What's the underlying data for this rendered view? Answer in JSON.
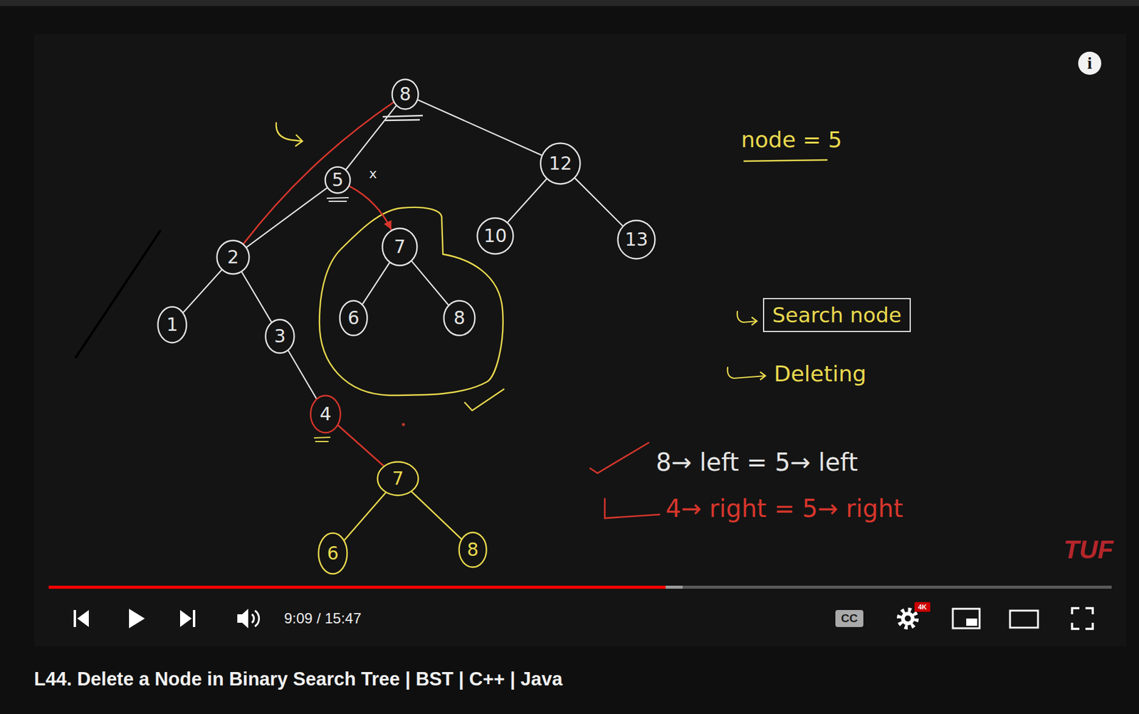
{
  "diagram": {
    "title": "L44. Delete a Node in Binary Search Tree | BST | C++ | Java",
    "nodes": [
      {
        "text": [
          "8"
        ]
      },
      {
        "text": [
          "5"
        ]
      },
      {
        "text": [
          "12"
        ]
      },
      {
        "text": [
          "2"
        ]
      },
      {
        "text": [
          "7"
        ]
      },
      {
        "text": [
          "10"
        ]
      },
      {
        "text": [
          "13"
        ]
      },
      {
        "text": [
          "1"
        ]
      },
      {
        "text": [
          "3"
        ]
      },
      {
        "text": [
          "6"
        ]
      },
      {
        "text": [
          "8"
        ]
      },
      {
        "text": [
          "4"
        ]
      },
      {
        "text": [
          "7"
        ]
      },
      {
        "text": [
          "6"
        ]
      },
      {
        "text": [
          "8"
        ]
      },
      {
        "text": [
          "Search node"
        ]
      }
    ],
    "edges": [
      {
        "from": 0,
        "to": 1,
        "arrow": "none"
      },
      {
        "from": 0,
        "to": 2,
        "arrow": "none"
      },
      {
        "from": 1,
        "to": 3,
        "arrow": "none"
      },
      {
        "from": 1,
        "to": 4,
        "arrow": "to"
      },
      {
        "from": 2,
        "to": 5,
        "arrow": "none"
      },
      {
        "from": 2,
        "to": 6,
        "arrow": "none"
      },
      {
        "from": 3,
        "to": 7,
        "arrow": "none"
      },
      {
        "from": 3,
        "to": 8,
        "arrow": "none"
      },
      {
        "from": 8,
        "to": 11,
        "arrow": "none"
      },
      {
        "from": 4,
        "to": 9,
        "arrow": "none"
      },
      {
        "from": 4,
        "to": 10,
        "arrow": "none"
      },
      {
        "from": 11,
        "to": 12,
        "arrow": "none"
      },
      {
        "from": 12,
        "to": 13,
        "arrow": "none"
      },
      {
        "from": 12,
        "to": 14,
        "arrow": "none"
      },
      {
        "from": 0,
        "to": 3,
        "arrow": "none"
      }
    ],
    "labels": [
      "x",
      "node = 5",
      "Deleting",
      "8→ left = 5→ left",
      "4→ right = 5→ right",
      "TUF",
      "i",
      "9:09 / 15:47",
      "CC",
      "4K"
    ]
  }
}
